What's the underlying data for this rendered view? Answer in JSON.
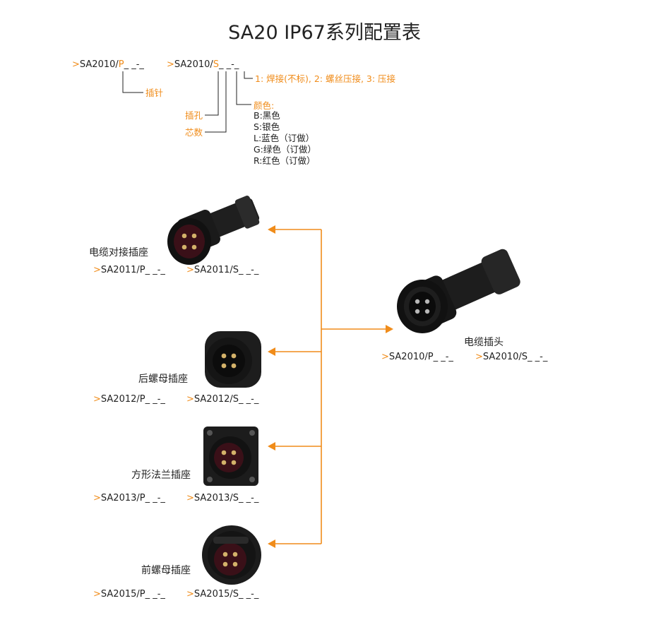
{
  "title": "SA20 IP67系列配置表",
  "colors": {
    "accent": "#f08c1a",
    "text": "#222222",
    "connector": "#1a1a1a"
  },
  "prefix": ">",
  "legend": {
    "plug_code": {
      "base": "SA2010/",
      "hl": "P",
      "suffix": "_ _-_"
    },
    "socket_code": {
      "base": "SA2010/",
      "hl": "S",
      "suffix": "_ _-_"
    },
    "pin_label": "插针",
    "hole_label": "插孔",
    "cores_label": "芯数",
    "termination_note": "1: 焊接(不标), 2: 螺丝压接, 3: 压接",
    "color_title": "颜色:",
    "color_items": [
      "B:黑色",
      "S:银色",
      "L:蓝色（订做）",
      "G:绿色（订做）",
      "R:红色（订做）"
    ]
  },
  "products": [
    {
      "name": "电缆对接插座",
      "code_p": "SA2011/P_ _-_",
      "code_s": "SA2011/S_ _-_",
      "icon": "cable-coupler-icon"
    },
    {
      "name": "后螺母插座",
      "code_p": "SA2012/P_ _-_",
      "code_s": "SA2012/S_ _-_",
      "icon": "rear-nut-socket-icon"
    },
    {
      "name": "方形法兰插座",
      "code_p": "SA2013/P_ _-_",
      "code_s": "SA2013/S_ _-_",
      "icon": "square-flange-socket-icon"
    },
    {
      "name": "前螺母插座",
      "code_p": "SA2015/P_ _-_",
      "code_s": "SA2015/S_ _-_",
      "icon": "front-nut-socket-icon"
    }
  ],
  "main_product": {
    "name": "电缆插头",
    "code_p": "SA2010/P_ _-_",
    "code_s": "SA2010/S_ _-_",
    "icon": "cable-plug-icon"
  }
}
